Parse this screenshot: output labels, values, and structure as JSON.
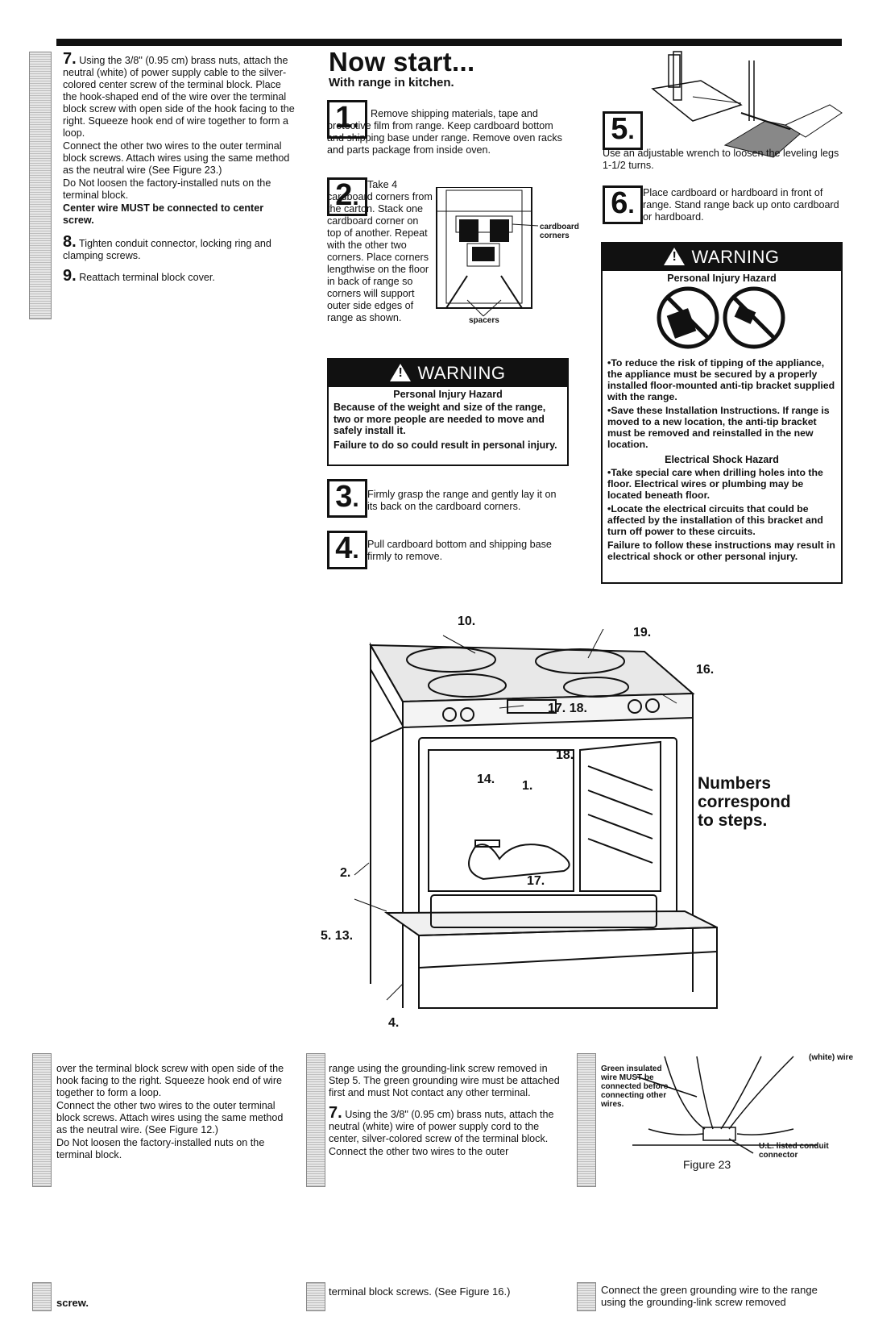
{
  "col1": {
    "step7_num": "7.",
    "step7_text": "Using the 3/8\" (0.95 cm) brass nuts, attach the neutral (white) of power supply cable to the silver-colored center screw of the terminal block. Place the hook-shaped end of the wire over the terminal block screw with open side of the hook facing to the right. Squeeze hook end of wire together to form a loop.",
    "connect_other": "Connect the other two wires to the outer terminal block screws. Attach wires using the same method as the neutral wire (See Figure 23.)",
    "do_not_loosen": "Do Not loosen the factory-installed nuts on the terminal block.",
    "center_wire": "Center wire MUST be connected to center screw.",
    "step8_num": "8.",
    "step8_text": "Tighten conduit connector, locking ring and clamping screws.",
    "step9_num": "9.",
    "step9_text": "Reattach terminal block cover."
  },
  "col2": {
    "title": "Now start...",
    "subtitle": "With range in kitchen.",
    "step1_num": "1",
    "step1_text": "Remove shipping materials, tape and protective film from range. Keep cardboard bottom and shipping base under range. Remove oven racks and parts package from inside oven.",
    "step2_num": "2",
    "step2_text": "Take 4 cardboard corners from the carton. Stack one cardboard corner on top of another. Repeat with the other two corners. Place corners lengthwise on the floor in back of range so corners will support outer side edges of range as shown.",
    "label_cardboard": "cardboard",
    "label_corners": "corners",
    "label_spacers": "spacers",
    "warning": {
      "header": "WARNING",
      "title": "Personal Injury Hazard",
      "line1": "Because of the weight and size of the range, two or more people are needed to move and safely install it.",
      "line2": "Failure to do so could result in personal injury."
    },
    "step3_num": "3",
    "step3_text": "Firmly grasp the range and gently lay it on its back on the cardboard corners.",
    "step4_num": "4",
    "step4_text": "Pull cardboard bottom and shipping base firmly to remove."
  },
  "col3": {
    "step5_num": "5",
    "step5_text": "Use an adjustable wrench to loosen the leveling legs 1-1/2 turns.",
    "step6_num": "6",
    "step6_text": "Place cardboard or hardboard in front of range. Stand range back up onto cardboard or hardboard.",
    "warning": {
      "header": "WARNING",
      "title": "Personal Injury Hazard",
      "bullet1": "To reduce the risk of tipping of the appliance, the appliance must be secured by a properly installed floor-mounted anti-tip bracket supplied with the range.",
      "bullet2": "Save these Installation Instructions. If range is moved to a new location, the anti-tip bracket must be removed and reinstalled in the new location.",
      "shock_title": "Electrical Shock Hazard",
      "bullet3": "Take special care when drilling holes into the floor. Electrical wires or plumbing may be located beneath floor.",
      "bullet4": "Locate the electrical circuits that could be affected by the installation of this bracket and turn off power to these circuits.",
      "footer": "Failure to follow these instructions may result in electrical shock or other personal injury."
    }
  },
  "diagram": {
    "n10": "10.",
    "n19": "19.",
    "n16": "16.",
    "n1718": "17. 18.",
    "n18": "18.",
    "n14": "14.",
    "n1": "1.",
    "n2": "2.",
    "n17": "17.",
    "n513": "5. 13.",
    "n4": "4.",
    "caption": "Numbers correspond to steps."
  },
  "bottom": {
    "left_text1": "over the terminal block screw with open side of the hook facing to the right. Squeeze hook end of wire together to form a loop.",
    "left_text2": "Connect the other two wires to the outer terminal block screws. Attach wires using the same method as the neutral wire. (See Figure 12.)",
    "left_text3": "Do Not loosen the factory-installed nuts on the terminal block.",
    "mid_text1": "range using the grounding-link screw removed in Step 5. The green grounding wire must be attached first and must Not contact any other terminal.",
    "mid_step7_num": "7.",
    "mid_step7_text": "Using the 3/8\" (0.95 cm) brass nuts, attach the neutral (white) wire of power supply cord to the center, silver-colored screw of the terminal block.",
    "mid_text2": "Connect the other two wires to the outer",
    "fig_green": "Green insulated wire MUST be connected before connecting other wires.",
    "fig_white": "(white) wire",
    "fig_ul": "U.L. listed conduit connector",
    "fig_caption": "Figure 23",
    "foot_left": "screw.",
    "foot_mid": "terminal block screws. (See Figure 16.)",
    "foot_right": "Connect the green grounding wire to the range using the grounding-link screw removed"
  }
}
